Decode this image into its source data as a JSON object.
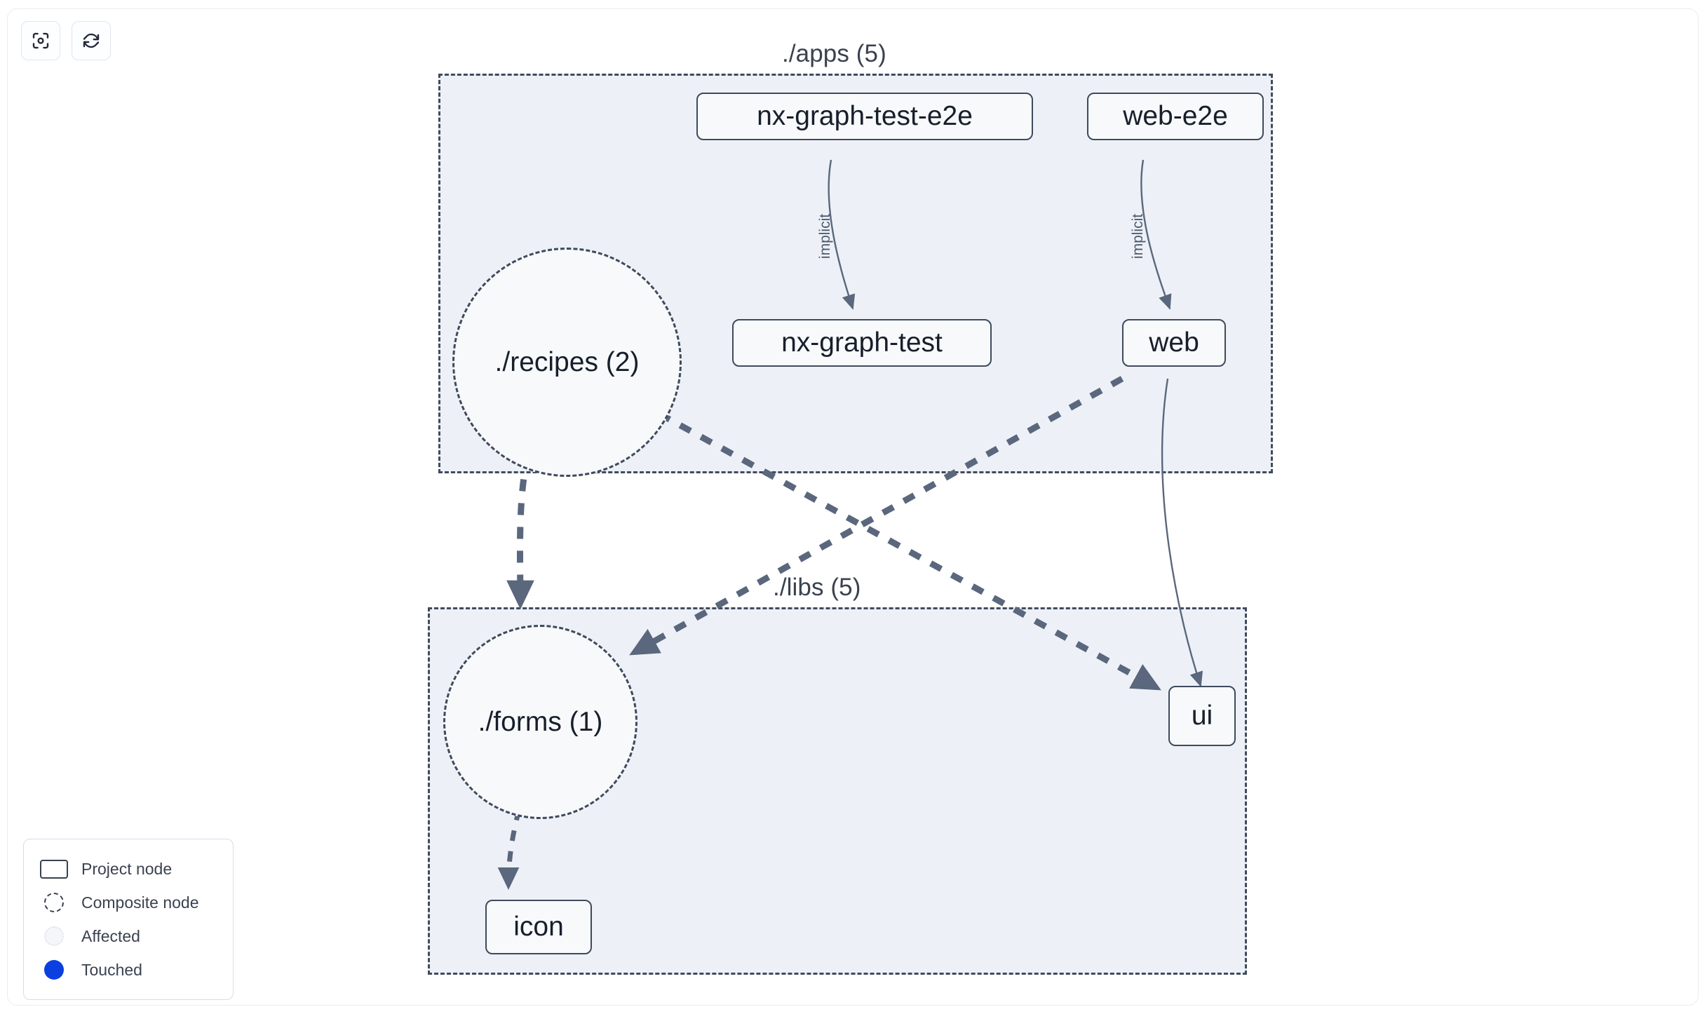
{
  "toolbar": {
    "buttons": [
      {
        "name": "focus-graph-button",
        "icon": "focus-target-icon",
        "label": ""
      },
      {
        "name": "refresh-graph-button",
        "icon": "refresh-icon",
        "label": ""
      }
    ]
  },
  "graph": {
    "groups": [
      {
        "id": "apps",
        "label": "./apps (5)"
      },
      {
        "id": "libs",
        "label": "./libs (5)"
      }
    ],
    "nodes": [
      {
        "id": "nx-graph-test-e2e",
        "label": "nx-graph-test-e2e",
        "type": "project",
        "group": "apps"
      },
      {
        "id": "web-e2e",
        "label": "web-e2e",
        "type": "project",
        "group": "apps"
      },
      {
        "id": "recipes",
        "label": "./recipes (2)",
        "type": "composite",
        "group": "apps"
      },
      {
        "id": "nx-graph-test",
        "label": "nx-graph-test",
        "type": "project",
        "group": "apps"
      },
      {
        "id": "web",
        "label": "web",
        "type": "project",
        "group": "apps"
      },
      {
        "id": "forms",
        "label": "./forms (1)",
        "type": "composite",
        "group": "libs"
      },
      {
        "id": "ui",
        "label": "ui",
        "type": "project",
        "group": "libs"
      },
      {
        "id": "icon",
        "label": "icon",
        "type": "project",
        "group": "libs"
      }
    ],
    "edges": [
      {
        "from": "nx-graph-test-e2e",
        "to": "nx-graph-test",
        "label": "implicit",
        "style": "solid"
      },
      {
        "from": "web-e2e",
        "to": "web",
        "label": "implicit",
        "style": "solid"
      },
      {
        "from": "recipes",
        "to": "forms",
        "label": "",
        "style": "dashed"
      },
      {
        "from": "recipes",
        "to": "ui",
        "label": "",
        "style": "dashed"
      },
      {
        "from": "web",
        "to": "forms",
        "label": "",
        "style": "dashed"
      },
      {
        "from": "web",
        "to": "ui",
        "label": "",
        "style": "solid"
      },
      {
        "from": "forms",
        "to": "icon",
        "label": "",
        "style": "dashed"
      }
    ]
  },
  "legend": {
    "items": [
      {
        "swatch": "project-node-swatch",
        "label": "Project node"
      },
      {
        "swatch": "composite-node-swatch",
        "label": "Composite node"
      },
      {
        "swatch": "affected-swatch",
        "label": "Affected"
      },
      {
        "swatch": "touched-swatch",
        "label": "Touched"
      }
    ]
  },
  "colors": {
    "group_fill": "#edf1f7",
    "group_border": "#414b5c",
    "node_fill": "#f7f9fb",
    "node_border": "#3f4a5c",
    "node_text": "#171f2b",
    "edge": "#5a677c",
    "touched": "#0b3fe0",
    "page_bg": "#ffffff"
  }
}
